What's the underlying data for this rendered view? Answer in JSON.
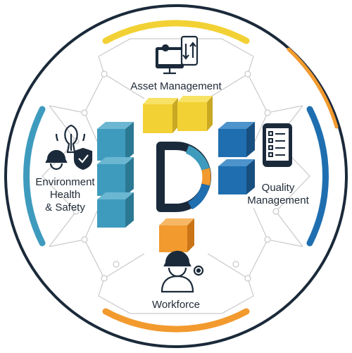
{
  "diagram": {
    "logo_letter": "D",
    "segments": [
      {
        "id": "asset",
        "lines": [
          "Asset Management"
        ],
        "icon": "devices-sync-icon"
      },
      {
        "id": "quality",
        "lines": [
          "Quality",
          "Management"
        ],
        "icon": "tablet-checklist-icon"
      },
      {
        "id": "workforce",
        "lines": [
          "Workforce"
        ],
        "icon": "worker-gear-icon"
      },
      {
        "id": "env",
        "lines": [
          "Environment",
          "Health",
          "& Safety"
        ],
        "icon": "tree-hardhat-shield-icon"
      }
    ],
    "colors": {
      "navy": "#1b2a3a",
      "yellow": "#f2d134",
      "orange": "#f29a2e",
      "blue": "#1f6fb0",
      "teal": "#3e9bbd",
      "line": "#c9c9c9"
    }
  }
}
